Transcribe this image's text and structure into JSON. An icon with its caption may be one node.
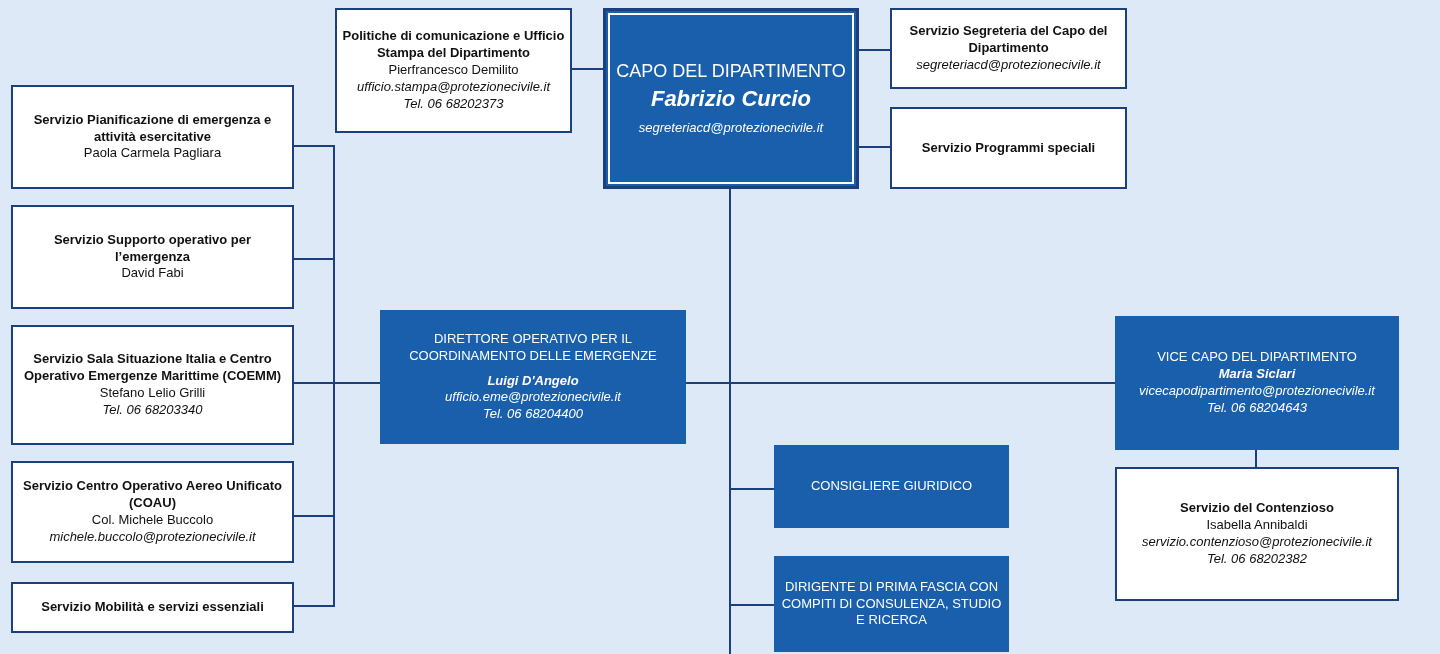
{
  "diagram": {
    "nodes": [
      {
        "text": [
          "CAPO DEL DIPARTIMENTO",
          "Fabrizio Curcio",
          "segreteriacd@protezionecivile.it"
        ]
      },
      {
        "text": [
          "Politiche di comunicazione e Ufficio Stampa del Dipartimento",
          "Pierfrancesco Demilito",
          "ufficio.stampa@protezionecivile.it",
          "Tel. 06 68202373"
        ]
      },
      {
        "text": [
          "Servizio Segreteria del Capo del Dipartimento",
          "segreteriacd@protezionecivile.it"
        ]
      },
      {
        "text": [
          "Servizio Programmi speciali"
        ]
      },
      {
        "text": [
          "Servizio Pianificazione di emergenza e attività esercitative",
          "Paola Carmela Pagliara"
        ]
      },
      {
        "text": [
          "Servizio Supporto operativo per l’emergenza",
          "David Fabi"
        ]
      },
      {
        "text": [
          "Servizio Sala Situazione Italia e Centro Operativo Emergenze Marittime (COEMM)",
          "Stefano Lelio Grilli",
          "Tel. 06 68203340"
        ]
      },
      {
        "text": [
          "Servizio Centro Operativo Aereo Unificato (COAU)",
          "Col. Michele Buccolo",
          "michele.buccolo@protezionecivile.it"
        ]
      },
      {
        "text": [
          "Servizio Mobilità e servizi essenziali"
        ]
      },
      {
        "text": [
          "DIRETTORE OPERATIVO PER IL COORDINAMENTO DELLE EMERGENZE",
          "Luigi D'Angelo",
          "ufficio.eme@protezionecivile.it",
          "Tel. 06 68204400"
        ]
      },
      {
        "text": [
          "VICE CAPO DEL DIPARTIMENTO",
          "Maria Siclari",
          "vicecapodipartimento@protezionecivile.it",
          "Tel. 06 68204643"
        ]
      },
      {
        "text": [
          "Servizio del Contenzioso",
          "Isabella Annibaldi",
          "servizio.contenzioso@protezionecivile.it",
          "Tel. 06 68202382"
        ]
      },
      {
        "text": [
          "CONSIGLIERE GIURIDICO"
        ]
      },
      {
        "text": [
          "DIRIGENTE DI PRIMA FASCIA CON COMPITI DI CONSULENZA, STUDIO E RICERCA"
        ]
      }
    ],
    "edges": [
      {
        "from": 0,
        "to": 1,
        "arrow": "none"
      },
      {
        "from": 0,
        "to": 2,
        "arrow": "none"
      },
      {
        "from": 0,
        "to": 3,
        "arrow": "none"
      },
      {
        "from": 0,
        "to": 9,
        "arrow": "none"
      },
      {
        "from": 0,
        "to": 10,
        "arrow": "none"
      },
      {
        "from": 0,
        "to": 12,
        "arrow": "none"
      },
      {
        "from": 0,
        "to": 13,
        "arrow": "none"
      },
      {
        "from": 0,
        "to": null,
        "arrow": "none"
      },
      {
        "from": 9,
        "to": 4,
        "arrow": "none"
      },
      {
        "from": 9,
        "to": 5,
        "arrow": "none"
      },
      {
        "from": 9,
        "to": 6,
        "arrow": "none"
      },
      {
        "from": 9,
        "to": 7,
        "arrow": "none"
      },
      {
        "from": 9,
        "to": 8,
        "arrow": "none"
      },
      {
        "from": 10,
        "to": 11,
        "arrow": "none"
      }
    ]
  }
}
